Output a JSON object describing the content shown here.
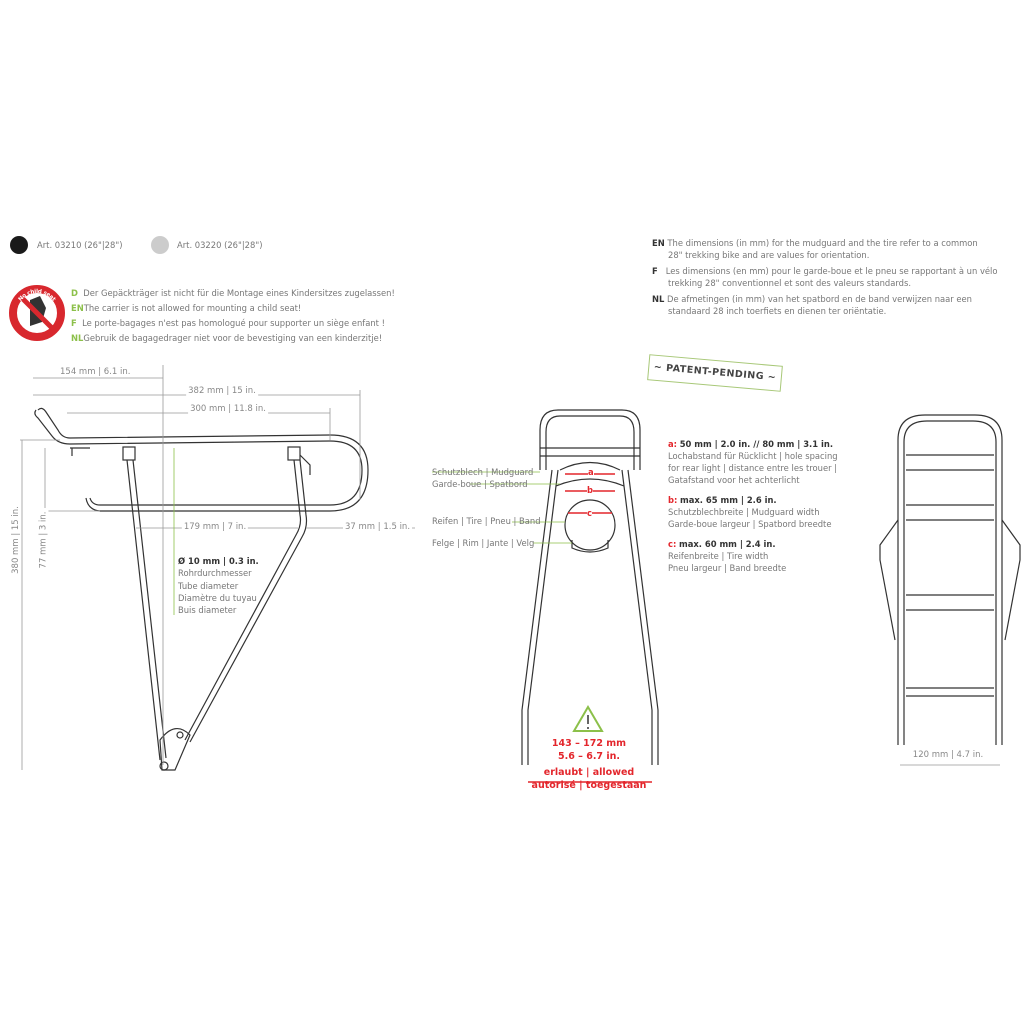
{
  "articles": [
    {
      "label": "Art. 03210  (26\"|28\")",
      "color": "#1a1a1a"
    },
    {
      "label": "Art. 03220  (26\"|28\")",
      "color": "#cccccc"
    }
  ],
  "child_seat_warning": {
    "icon_text": "No child seat",
    "lines": [
      {
        "lang": "D",
        "text": "Der Gepäckträger ist nicht für die Montage eines Kindersitzes zugelassen!"
      },
      {
        "lang": "EN",
        "text": "The carrier is not allowed for mounting a child seat!"
      },
      {
        "lang": "F",
        "text": "Le porte-bagages n'est pas homologué pour supporter un siège enfant !"
      },
      {
        "lang": "NL",
        "text": "Gebruik de bagagedrager niet voor de bevestiging van een kinderzitje!"
      }
    ]
  },
  "dimension_note": [
    {
      "lang": "EN",
      "lines": [
        "The dimensions (in mm) for the mudguard and the tire refer to a common",
        "28\" trekking bike and are values for orientation."
      ]
    },
    {
      "lang": "F",
      "lines": [
        "Les dimensions (en mm) pour le garde-boue et le pneu se rapportant à un vélo",
        "trekking 28\" conventionnel et sont des valeurs standards."
      ]
    },
    {
      "lang": "NL",
      "lines": [
        "De afmetingen (in mm) van het spatbord en de band verwijzen naar een",
        "standaard 28 inch toerfiets en dienen ter oriëntatie."
      ]
    }
  ],
  "patent": "~ PATENT-PENDING ~",
  "side_view": {
    "dims": {
      "d154": "154 mm  |  6.1 in.",
      "d382": "382 mm  |  15 in.",
      "d300": "300 mm  |  11.8 in.",
      "d179": "179 mm  |  7 in.",
      "d37": "37 mm  |  1.5 in.",
      "d380": "380 mm  |  15 in.",
      "d77": "77 mm  |  3 in."
    },
    "tube": {
      "title": "Ø 10 mm | 0.3 in.",
      "lines": [
        "Rohrdurchmesser",
        "Tube diameter",
        "Diamètre du tuyau",
        "Buis diameter"
      ]
    }
  },
  "rear_view": {
    "labels": [
      "Schutzblech | Mudguard",
      "Garde-boue | Spatbord",
      "Reifen | Tire | Pneu | Band",
      "Felge | Rim | Jante | Velg"
    ],
    "specs": [
      {
        "key": "a:",
        "title": "50 mm | 2.0 in. // 80 mm | 3.1 in.",
        "lines": [
          "Lochabstand für Rücklicht | hole spacing",
          "for rear light | distance entre les trouer |",
          "Gatafstand voor het achterlicht"
        ]
      },
      {
        "key": "b:",
        "title": "max. 65 mm | 2.6 in.",
        "lines": [
          "Schutzblechbreite | Mudguard width",
          "Garde-boue largeur | Spatbord breedte"
        ]
      },
      {
        "key": "c:",
        "title": "max. 60 mm | 2.4 in.",
        "lines": [
          "Reifenbreite | Tire width",
          "Pneu largeur | Band breedte"
        ]
      }
    ],
    "markers": [
      "a",
      "b",
      "c"
    ],
    "allowed": {
      "mm": "143 – 172 mm",
      "in": "5.6 – 6.7 in.",
      "line1": "erlaubt | allowed",
      "line2": "autorisé | toegestaan"
    }
  },
  "top_view": {
    "width": "120 mm  |  4.7 in."
  }
}
